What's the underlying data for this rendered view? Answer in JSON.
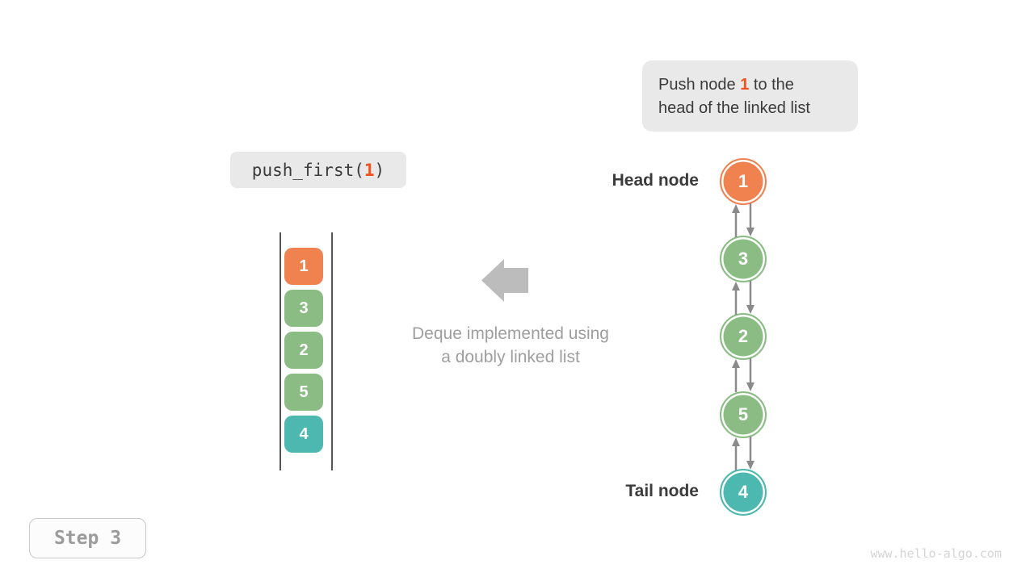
{
  "callout": {
    "line1_pre": "Push node ",
    "line1_value": "1",
    "line1_post": " to the",
    "line2": "head of the linked list"
  },
  "code": {
    "pre": "push_first(",
    "arg": "1",
    "post": ")"
  },
  "caption": {
    "line1": "Deque implemented using",
    "line2": "a doubly linked list"
  },
  "stack": {
    "items": [
      {
        "value": "1",
        "color": "#f08250"
      },
      {
        "value": "3",
        "color": "#8abc84"
      },
      {
        "value": "2",
        "color": "#8abc84"
      },
      {
        "value": "5",
        "color": "#8abc84"
      },
      {
        "value": "4",
        "color": "#4cb8b0"
      }
    ]
  },
  "linked_list": {
    "head_label": "Head node",
    "tail_label": "Tail node",
    "nodes": [
      {
        "value": "1",
        "color": "#f08250"
      },
      {
        "value": "3",
        "color": "#8abc84"
      },
      {
        "value": "2",
        "color": "#8abc84"
      },
      {
        "value": "5",
        "color": "#8abc84"
      },
      {
        "value": "4",
        "color": "#4cb8b0"
      }
    ]
  },
  "step": {
    "label": "Step 3"
  },
  "watermark": "www.hello-algo.com",
  "colors": {
    "accent": "#f4511e",
    "box_bg": "#e9e9e9",
    "block_arrow": "#bcbcbc",
    "connector": "#8a8a8a",
    "muted_text": "#9e9e9e",
    "dark_text": "#3b3b3b"
  }
}
